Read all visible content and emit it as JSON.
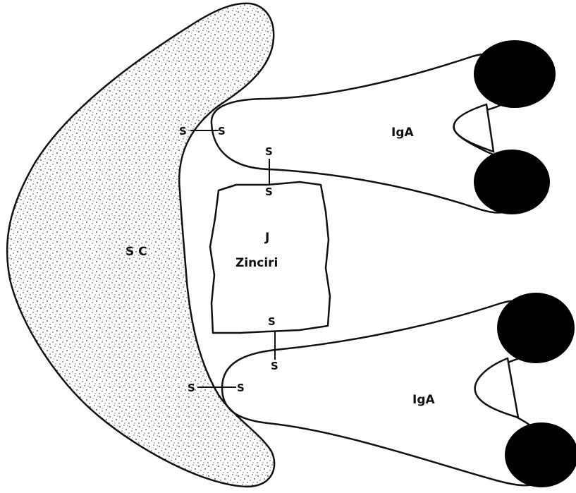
{
  "labels": {
    "sc": "S C",
    "j": "J",
    "j_chain": "Zinciri",
    "iga_top": "IgA",
    "iga_bottom": "IgA",
    "s": "S"
  },
  "colors": {
    "ink": "#111111",
    "background": "#ffffff",
    "stipple": "#333333"
  }
}
